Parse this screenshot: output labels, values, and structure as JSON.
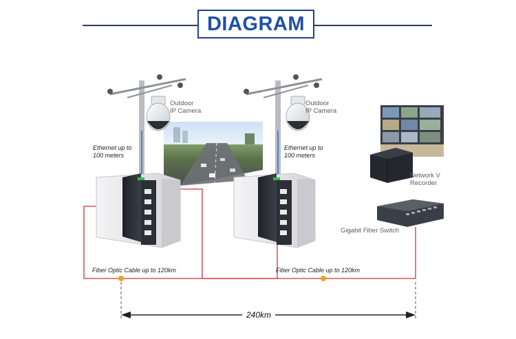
{
  "title": "DIAGRAM",
  "sites": [
    {
      "camera_label_line1": "Outdoor",
      "camera_label_line2": "IP Camera",
      "ethernet_line1": "Ethernet up to",
      "ethernet_line2": "100 meters",
      "fiber_label": "Fiber Optic Cable up to 120km"
    },
    {
      "camera_label_line1": "Outdoor",
      "camera_label_line2": "IP Camera",
      "ethernet_line1": "Ethernet up to",
      "ethernet_line2": "100 meters",
      "fiber_label": "Fiber Optic Cable up to 120km"
    }
  ],
  "nvr_label_line1": "Network V",
  "nvr_label_line2": "Recorder",
  "switch_label": "Gigabit Fiber Switch",
  "distance_label": "240km",
  "colors": {
    "title_text": "#1f4faa",
    "title_border": "#1f3f8f",
    "fiber_cable": "#d0323c",
    "ethernet_cable": "#2e6fd0",
    "splice_marker": "#f0a020",
    "switch_body": "#2b2f36",
    "enclosure": "#e6e6e8"
  },
  "icons": [
    "dome-camera-icon",
    "street-pole-icon",
    "industrial-switch-icon",
    "nvr-icon",
    "monitor-wall-icon",
    "rack-switch-icon"
  ]
}
